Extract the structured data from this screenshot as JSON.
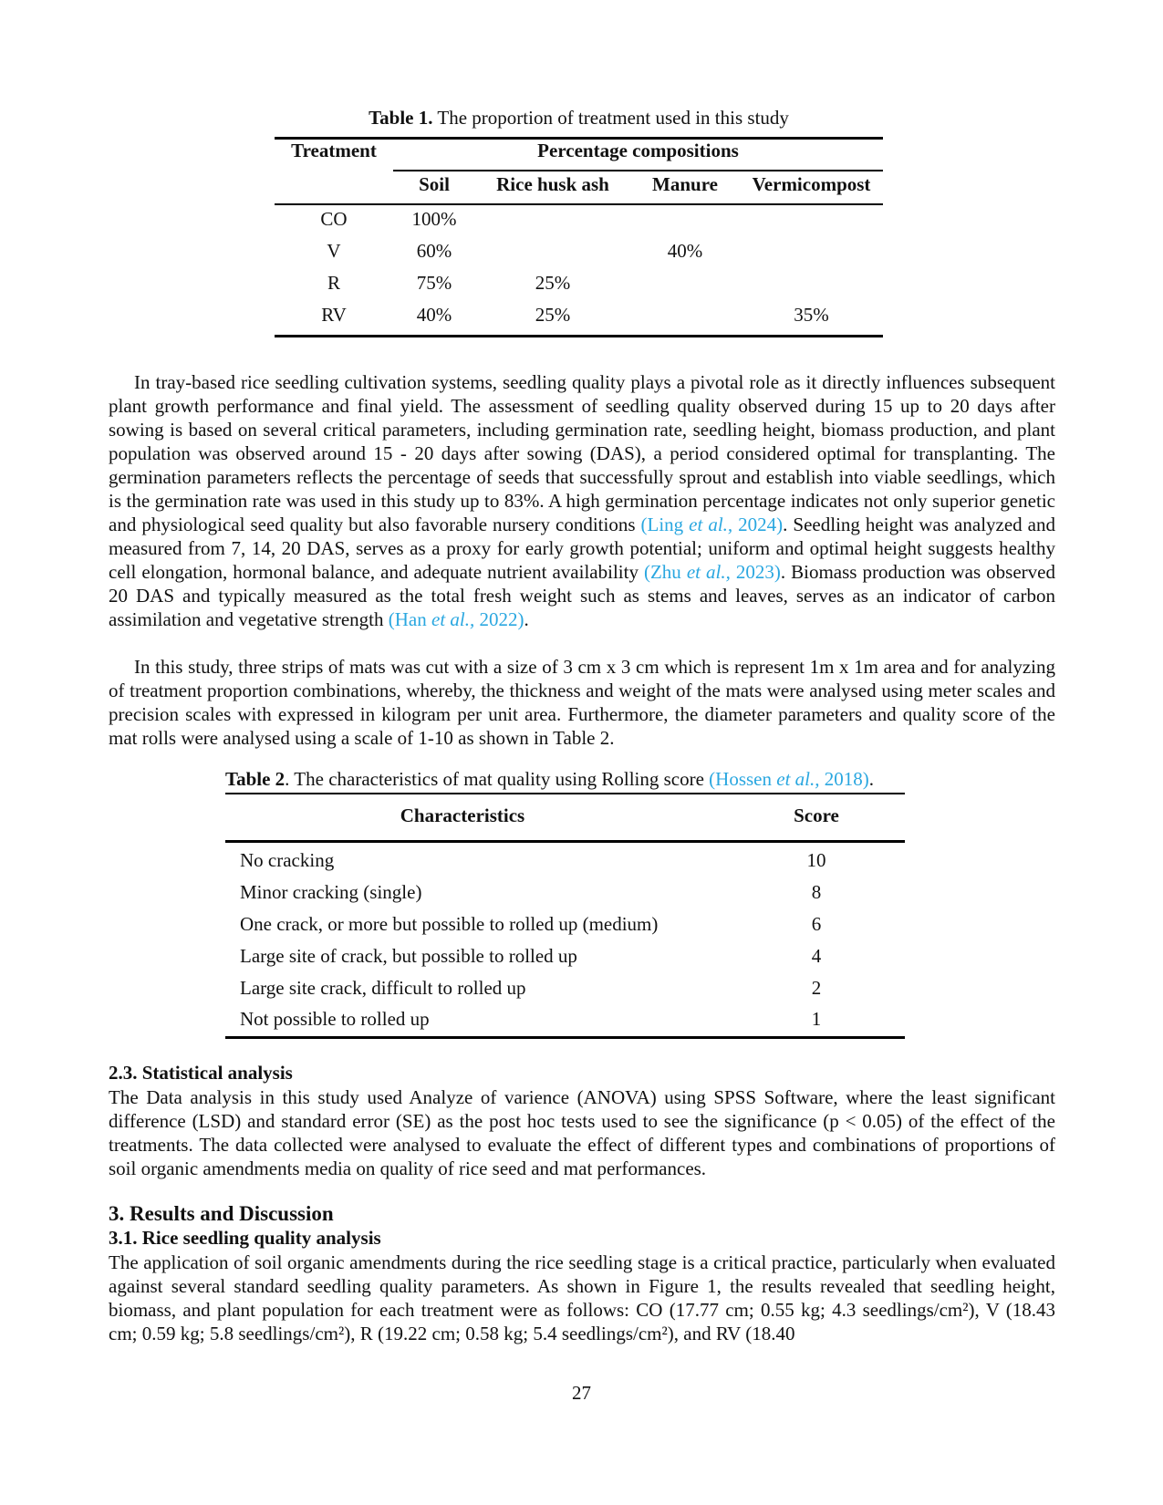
{
  "table1": {
    "caption_label": "Table 1.",
    "caption_text": " The proportion of treatment used in this study",
    "header_treatment": "Treatment",
    "header_group": "Percentage compositions",
    "columns": [
      "Soil",
      "Rice husk ash",
      "Manure",
      "Vermicompost"
    ],
    "rows": [
      {
        "treatment": "CO",
        "soil": "100%",
        "rice_husk_ash": "",
        "manure": "",
        "vermicompost": ""
      },
      {
        "treatment": "V",
        "soil": "60%",
        "rice_husk_ash": "",
        "manure": "40%",
        "vermicompost": ""
      },
      {
        "treatment": "R",
        "soil": "75%",
        "rice_husk_ash": "25%",
        "manure": "",
        "vermicompost": ""
      },
      {
        "treatment": "RV",
        "soil": "40%",
        "rice_husk_ash": "25%",
        "manure": "",
        "vermicompost": "35%"
      }
    ]
  },
  "para1": {
    "t1": "In tray-based rice seedling cultivation systems, seedling quality plays a pivotal role as it directly influences subsequent plant growth performance and final yield. The assessment of seedling quality observed during 15 up to 20 days after sowing is based on several critical parameters, including germination rate, seedling height, biomass production, and plant population was observed around 15 - 20 days after sowing (DAS), a period considered optimal for transplanting. The germination parameters reflects the percentage of seeds that successfully sprout and establish into viable seedlings, which is the germination rate was used in this study up to 83%. A high germination percentage indicates not only superior genetic and physiological seed quality but also favorable nursery conditions ",
    "c1_a": "(Ling ",
    "c1_i": "et al.,",
    "c1_b": " 2024)",
    "t2": ". Seedling height was analyzed and measured from 7, 14, 20 DAS, serves as a proxy for early growth potential; uniform and optimal height suggests healthy cell elongation, hormonal balance, and adequate nutrient availability ",
    "c2_a": "(Zhu ",
    "c2_i": "et al.,",
    "c2_b": " 2023)",
    "t3": ". Biomass production was observed 20 DAS and typically measured as the total fresh weight such as stems and leaves, serves as an indicator of carbon assimilation and vegetative strength ",
    "c3_a": "(Han ",
    "c3_i": "et al.,",
    "c3_b": " 2022)",
    "t4": "."
  },
  "para2": "In this study, three strips of mats was cut with a size of 3 cm x 3 cm which is represent 1m x 1m area and for analyzing of treatment proportion combinations, whereby, the thickness and weight of the mats were analysed using meter scales and precision scales with expressed in kilogram per unit area. Furthermore, the diameter parameters and quality score of the mat rolls were analysed using a scale of 1-10 as shown in Table 2.",
  "table2": {
    "caption_label": "Table 2",
    "caption_text": ". The characteristics of mat quality using Rolling score ",
    "cite_a": "(Hossen ",
    "cite_i": "et al.,",
    "cite_b": " 2018)",
    "caption_end": ".",
    "header_characteristics": "Characteristics",
    "header_score": "Score",
    "rows": [
      {
        "characteristic": "No cracking",
        "score": "10"
      },
      {
        "characteristic": "Minor cracking (single)",
        "score": "8"
      },
      {
        "characteristic": "One crack, or more but possible to rolled up (medium)",
        "score": "6"
      },
      {
        "characteristic": "Large site of crack, but possible to rolled up",
        "score": "4"
      },
      {
        "characteristic": "Large site crack, difficult to rolled up",
        "score": "2"
      },
      {
        "characteristic": "Not possible to rolled up",
        "score": "1"
      }
    ]
  },
  "section_2_3": {
    "heading": "2.3.  Statistical analysis",
    "text": "The Data analysis in this study used Analyze of varience (ANOVA) using SPSS Software, where the least significant difference (LSD) and standard error (SE) as the post hoc tests used to see the significance (p < 0.05) of the effect of the treatments. The data collected were analysed to evaluate the effect of different types and combinations of proportions of soil organic amendments media on quality of rice seed and mat performances."
  },
  "section_3": {
    "heading": "3.  Results and Discussion",
    "sub_heading": "3.1.  Rice seedling quality analysis",
    "text": "The application of soil organic amendments during the rice seedling stage is a critical practice, particularly when evaluated against several standard seedling quality parameters. As shown in Figure 1, the results revealed that seedling height, biomass, and plant population for each treatment were as follows: CO (17.77 cm; 0.55 kg; 4.3 seedlings/cm²), V (18.43 cm; 0.59 kg; 5.8 seedlings/cm²), R (19.22 cm; 0.58 kg; 5.4 seedlings/cm²), and RV (18.40"
  },
  "page_number": "27"
}
